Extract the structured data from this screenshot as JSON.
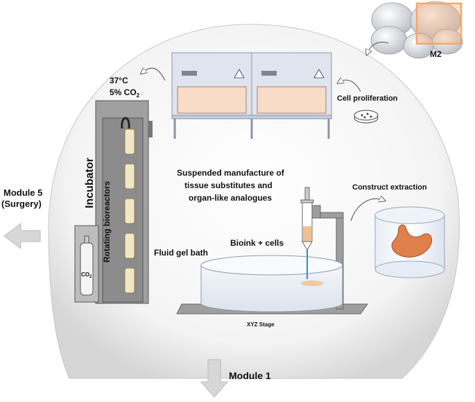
{
  "labels": {
    "m2": "M2",
    "temperature": "37°C",
    "co2_percent": "5% CO",
    "co2_sub": "2",
    "cell_proliferation": "Cell proliferation",
    "incubator": "Incubator",
    "rotating_bioreactors": "Rotating bioreactors",
    "co2_tank": "CO",
    "co2_tank_sub": "2",
    "module5_line1": "Module 5",
    "module5_line2": "(Surgery)",
    "suspended_line1": "Suspended manufacture of",
    "suspended_line2": "tissue substitutes and",
    "suspended_line3": "organ-like analogues",
    "construct_extraction": "Construct extraction",
    "bioink_cells": "Bioink + cells",
    "fluid_gel_bath": "Fluid gel bath",
    "xyz_stage": "XYZ Stage",
    "module1": "Module 1"
  },
  "colors": {
    "dome_fill": "#f2f2f2",
    "hood_fill": "#dfe4ef",
    "hood_window": "#f8dcc8",
    "incubator_fill": "#a0a0a0",
    "bioreactor_fill": "#f2e7c4",
    "syringe_bioink": "#f0c090",
    "needle": "#2a8fd0",
    "stomach": "#e0804a",
    "arrow_gray": "#d7d7d7",
    "highlight": "#f5a66a"
  }
}
